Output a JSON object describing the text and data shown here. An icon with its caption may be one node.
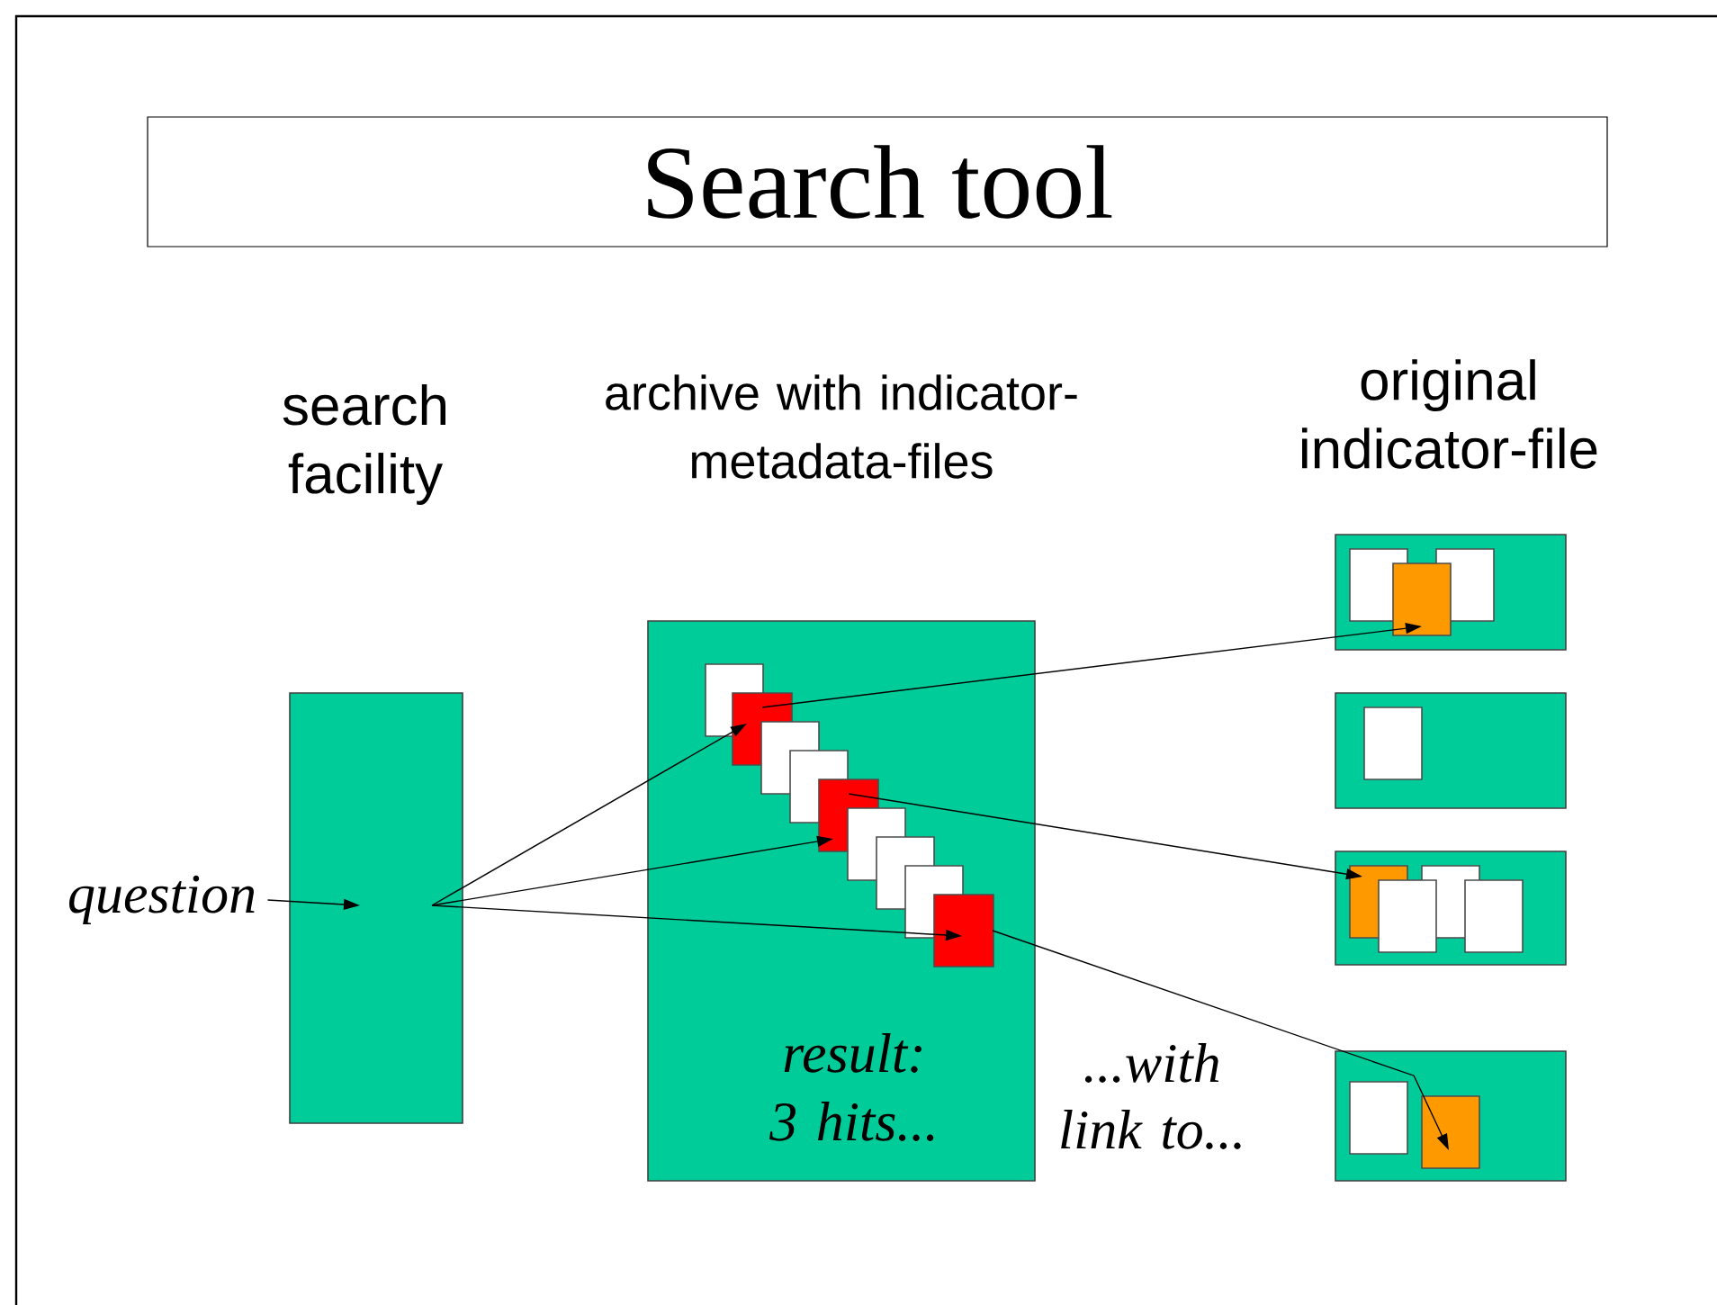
{
  "diagram": {
    "title": "Search tool",
    "nodes": [
      {
        "text": [],
        "shape": "box"
      },
      {
        "text": [
          "question"
        ]
      },
      {
        "text": [
          "archive with indicator-metadata-files",
          "result: 3 hits..."
        ]
      },
      {
        "text": [],
        "shape": "box",
        "in": 2
      },
      {
        "text": [],
        "shape": "box",
        "in": 2
      },
      {
        "text": [],
        "shape": "box",
        "in": 2
      },
      {
        "text": [],
        "shape": "box",
        "in": 2
      },
      {
        "text": [],
        "shape": "box",
        "in": 2
      },
      {
        "text": [],
        "shape": "box",
        "in": 2
      },
      {
        "text": [],
        "shape": "box",
        "in": 2
      },
      {
        "text": [],
        "shape": "box",
        "in": 2
      },
      {
        "text": [],
        "shape": "box",
        "in": 2
      },
      {
        "text": [],
        "shape": "box"
      },
      {
        "text": [],
        "shape": "box",
        "in": 12
      },
      {
        "text": [],
        "shape": "box",
        "in": 12
      },
      {
        "text": [],
        "shape": "box",
        "in": 12
      },
      {
        "text": [],
        "shape": "box"
      },
      {
        "text": [],
        "shape": "box",
        "in": 16
      },
      {
        "text": [],
        "shape": "box"
      },
      {
        "text": [],
        "shape": "box",
        "in": 18
      },
      {
        "text": [],
        "shape": "box",
        "in": 18
      },
      {
        "text": [],
        "shape": "box",
        "in": 18
      },
      {
        "text": [],
        "shape": "box",
        "in": 18
      },
      {
        "text": [],
        "shape": "box"
      },
      {
        "text": [],
        "shape": "box",
        "in": 23
      },
      {
        "text": [],
        "shape": "box",
        "in": 23
      }
    ],
    "edges": [
      {
        "from": 1,
        "to": 0,
        "arrow": "to"
      },
      {
        "from": 0,
        "to": 4,
        "arrow": "to"
      },
      {
        "from": 0,
        "to": 7,
        "arrow": "to"
      },
      {
        "from": 0,
        "to": 11,
        "arrow": "to"
      },
      {
        "from": 4,
        "to": 15,
        "arrow": "to"
      },
      {
        "from": 7,
        "to": 19,
        "arrow": "to"
      },
      {
        "from": 11,
        "to": 25,
        "arrow": "to"
      }
    ],
    "labels": [
      "search facility",
      "original indicator-file",
      "...with link to..."
    ]
  }
}
